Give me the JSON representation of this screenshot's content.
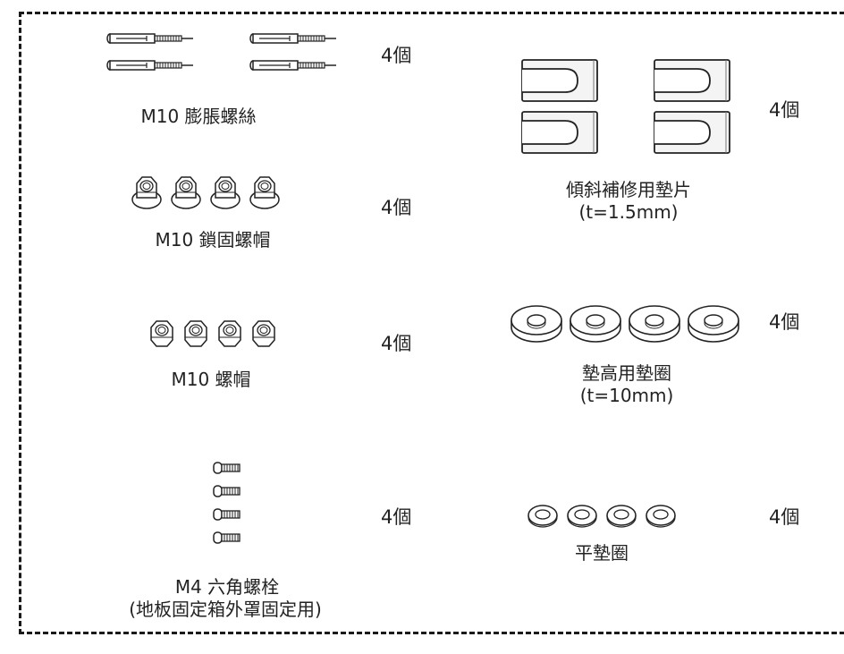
{
  "items": [
    {
      "name": "M10 膨脹螺絲",
      "qty": "4個"
    },
    {
      "name": "M10 鎖固螺帽",
      "qty": "4個"
    },
    {
      "name": "M10 螺帽",
      "qty": "4個"
    },
    {
      "name_line1": "M4 六角螺栓",
      "name_line2": "(地板固定箱外罩固定用)",
      "qty": "4個"
    },
    {
      "name_line1": "傾斜補修用墊片",
      "name_line2": "(t=1.5mm)",
      "qty": "4個"
    },
    {
      "name_line1": "墊高用墊圈",
      "name_line2": "(t=10mm)",
      "qty": "4個"
    },
    {
      "name": "平墊圈",
      "qty": "4個"
    }
  ],
  "icons": [
    "anchor-bolt-icon",
    "flange-lock-nut-icon",
    "hex-nut-icon",
    "hex-bolt-icon",
    "shim-plate-icon",
    "spacer-washer-icon",
    "flat-washer-icon"
  ]
}
